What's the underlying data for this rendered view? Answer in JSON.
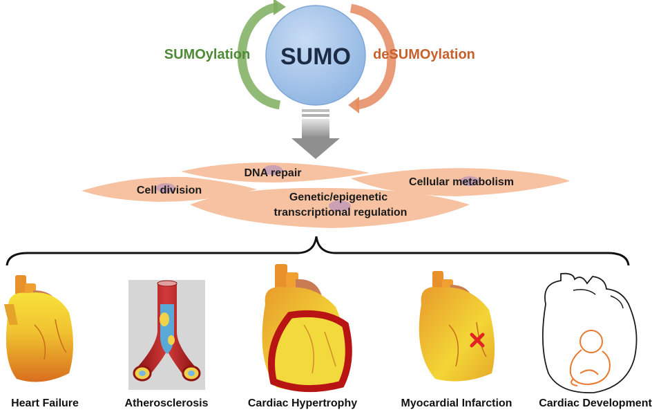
{
  "center": {
    "label": "SUMO"
  },
  "cycle": {
    "left_label": "SUMOylation",
    "right_label": "deSUMOylation"
  },
  "processes": [
    {
      "label": "DNA repair"
    },
    {
      "label": "Cell division"
    },
    {
      "label": "Cellular metabolism"
    },
    {
      "label_line1": "Genetic/epigenetic",
      "label_line2": "transcriptional regulation"
    }
  ],
  "diseases": [
    {
      "label": "Heart Failure",
      "icon": "heart-failure-icon"
    },
    {
      "label": "Atherosclerosis",
      "icon": "artery-icon"
    },
    {
      "label": "Cardiac Hypertrophy",
      "icon": "hypertrophy-heart-icon"
    },
    {
      "label": "Myocardial Infarction",
      "icon": "infarction-heart-icon"
    },
    {
      "label": "Cardiac Development",
      "icon": "embryo-heart-icon"
    }
  ],
  "colors": {
    "sumo_circle": "#a8c8ec",
    "sumoylation": "#4e8a36",
    "desumoylation": "#c8602c",
    "cell": "#f6c2a2",
    "nucleus": "#c9a0b4",
    "heart_orange": "#e8902a",
    "heart_yellow": "#f2d230",
    "hypertrophy_wall": "#c01818"
  }
}
